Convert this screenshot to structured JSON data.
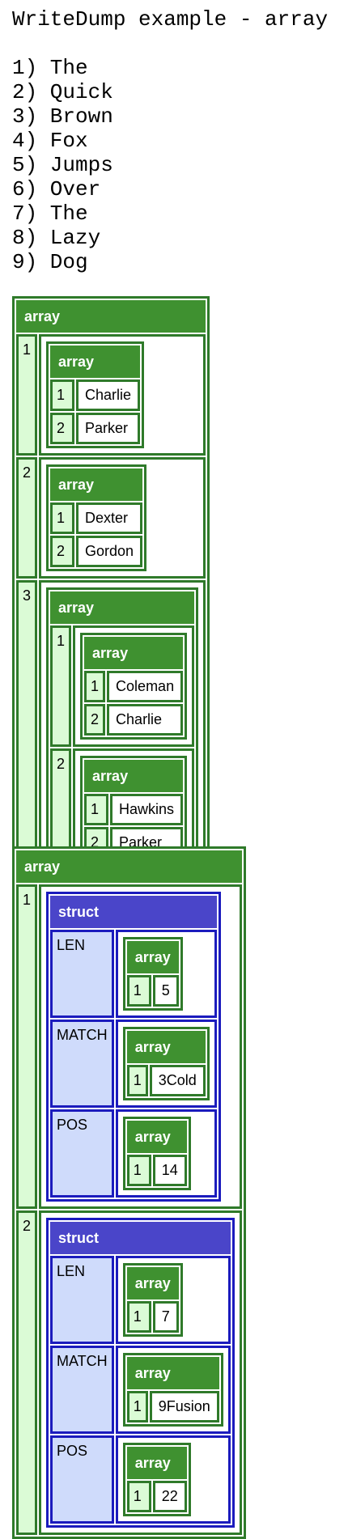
{
  "heading": "WriteDump example - array",
  "list": [
    "1) The",
    "2) Quick",
    "3) Brown",
    "4) Fox",
    "5) Jumps",
    "6) Over",
    "7) The",
    "8) Lazy",
    "9) Dog"
  ],
  "dump1": {
    "type": "array",
    "items": [
      {
        "key": "1",
        "inner": {
          "type": "array",
          "items": [
            {
              "key": "1",
              "value": "Charlie"
            },
            {
              "key": "2",
              "value": "Parker"
            }
          ]
        }
      },
      {
        "key": "2",
        "inner": {
          "type": "array",
          "items": [
            {
              "key": "1",
              "value": "Dexter"
            },
            {
              "key": "2",
              "value": "Gordon"
            }
          ]
        }
      },
      {
        "key": "3",
        "inner": {
          "type": "array",
          "items": [
            {
              "key": "1",
              "inner": {
                "type": "array",
                "items": [
                  {
                    "key": "1",
                    "value": "Coleman"
                  },
                  {
                    "key": "2",
                    "value": "Charlie"
                  }
                ]
              }
            },
            {
              "key": "2",
              "inner": {
                "type": "array",
                "items": [
                  {
                    "key": "1",
                    "value": "Hawkins"
                  },
                  {
                    "key": "2",
                    "value": "Parker"
                  }
                ]
              }
            }
          ]
        }
      }
    ]
  },
  "dump2": {
    "type": "array",
    "items": [
      {
        "key": "1",
        "struct": {
          "type": "struct",
          "fields": [
            {
              "name": "LEN",
              "array": {
                "type": "array",
                "key": "1",
                "value": "5"
              }
            },
            {
              "name": "MATCH",
              "array": {
                "type": "array",
                "key": "1",
                "value": "3Cold"
              }
            },
            {
              "name": "POS",
              "array": {
                "type": "array",
                "key": "1",
                "value": "14"
              }
            }
          ]
        }
      },
      {
        "key": "2",
        "struct": {
          "type": "struct",
          "fields": [
            {
              "name": "LEN",
              "array": {
                "type": "array",
                "key": "1",
                "value": "7"
              }
            },
            {
              "name": "MATCH",
              "array": {
                "type": "array",
                "key": "1",
                "value": "9Fusion"
              }
            },
            {
              "name": "POS",
              "array": {
                "type": "array",
                "key": "1",
                "value": "22"
              }
            }
          ]
        }
      }
    ]
  }
}
